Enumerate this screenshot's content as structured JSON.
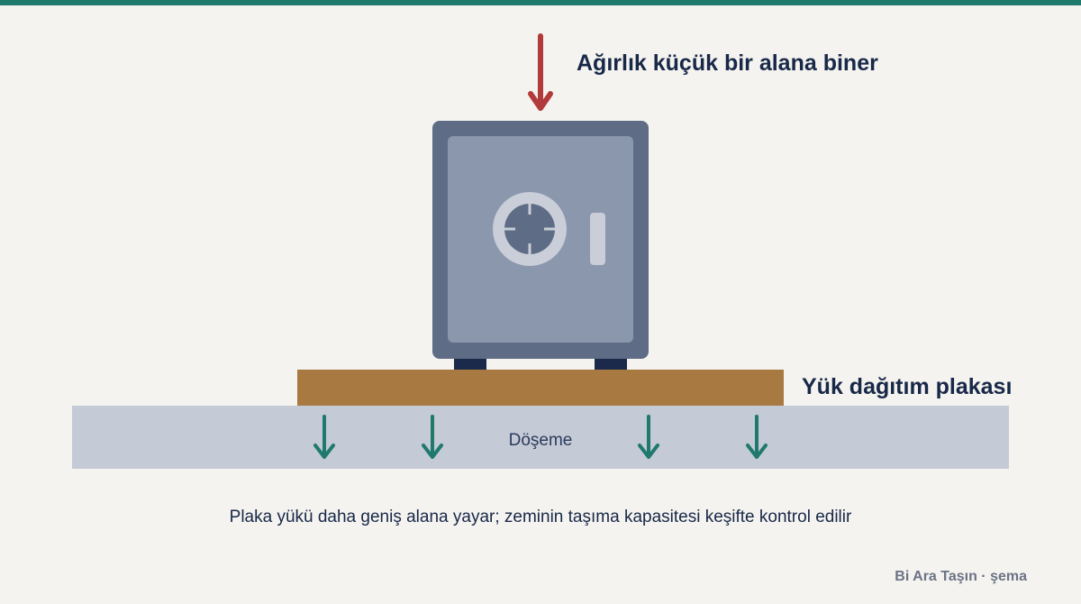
{
  "labels": {
    "weight_point": "Ağırlık küçük bir alana biner",
    "plate": "Yük dağıtım plakası",
    "floor": "Döşeme",
    "caption": "Plaka yükü daha geniş alana yayar; zeminin taşıma kapasitesi keşifte kontrol edilir",
    "credit": "Bi Ara Taşın · şema"
  },
  "colors": {
    "accent_bar": "#1f7a6d",
    "load_arrow": "#b23a3a",
    "distributed_arrows": "#1f7a6d",
    "plate": "#a87a42",
    "floor": "#c4cad6",
    "safe_body": "#5f6c85",
    "safe_door": "#8a97ad",
    "safe_feet": "#1b2a4a",
    "text": "#182848"
  },
  "icons": {
    "safe": "safe-icon",
    "dial": "dial-icon",
    "handle": "handle-icon"
  }
}
